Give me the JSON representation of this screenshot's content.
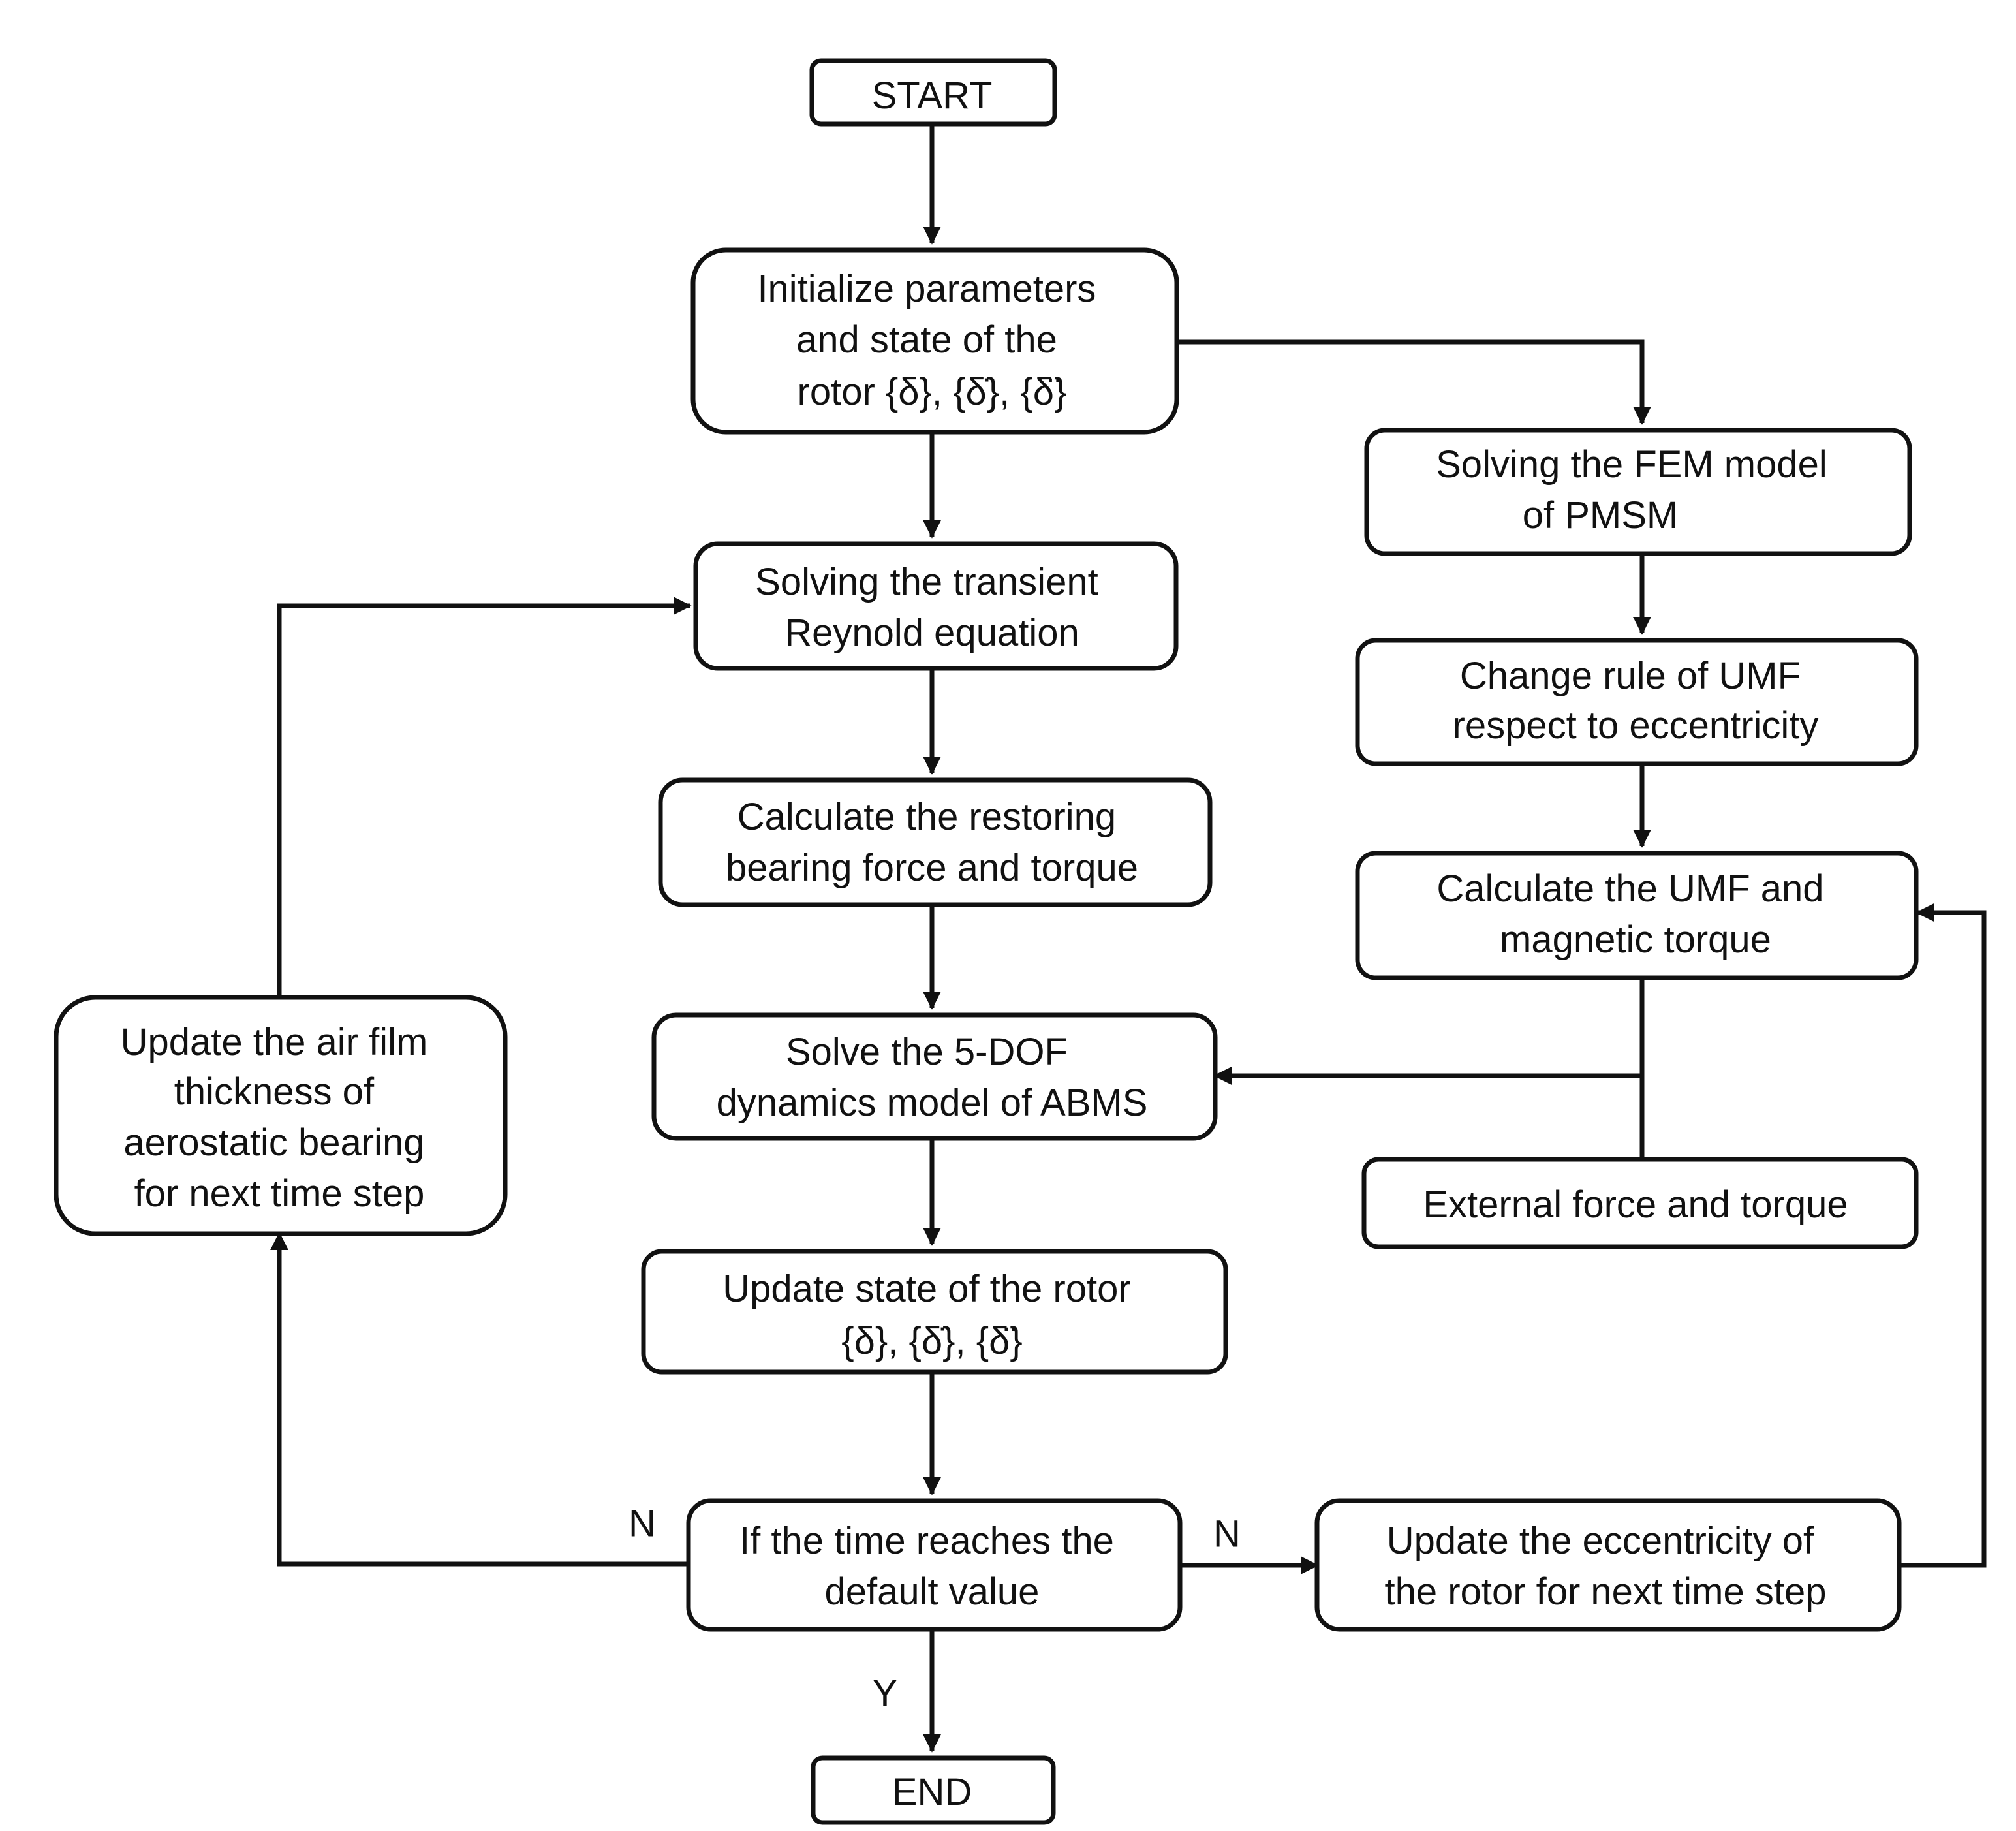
{
  "nodes": {
    "start": {
      "lines": [
        "START"
      ]
    },
    "init": {
      "lines": [
        "Initialize  parameters",
        "and state of the",
        "rotor {δ}, {δ̇}, {δ̈}"
      ]
    },
    "reynold": {
      "lines": [
        "Solving the transient",
        "Reynold  equation"
      ]
    },
    "restoring": {
      "lines": [
        "Calculate the restoring",
        "bearing force and torque"
      ]
    },
    "dynamics": {
      "lines": [
        "Solve the 5-DOF",
        "dynamics model of ABMS"
      ]
    },
    "update_state": {
      "lines": [
        "Update state of the rotor",
        "{δ}, {δ̇}, {δ̈}"
      ]
    },
    "decision": {
      "lines": [
        "If the time reaches the",
        "default value"
      ]
    },
    "end": {
      "lines": [
        "END"
      ]
    },
    "air_film": {
      "lines": [
        "Update the air film",
        "thickness of",
        "aerostatic bearing",
        "for next  time step"
      ]
    },
    "fem": {
      "lines": [
        "Solving the FEM model",
        "of PMSM"
      ]
    },
    "umf_rule": {
      "lines": [
        "Change rule of UMF",
        "respect to eccentricity"
      ]
    },
    "umf_calc": {
      "lines": [
        "Calculate the UMF and",
        "magnetic torque"
      ]
    },
    "external": {
      "lines": [
        "External  force and torque"
      ]
    },
    "eccentricity": {
      "lines": [
        "Update the eccentricity of",
        "the rotor for next time step"
      ]
    }
  },
  "edge_labels": {
    "n_left": "N",
    "n_right": "N",
    "y_down": "Y"
  }
}
